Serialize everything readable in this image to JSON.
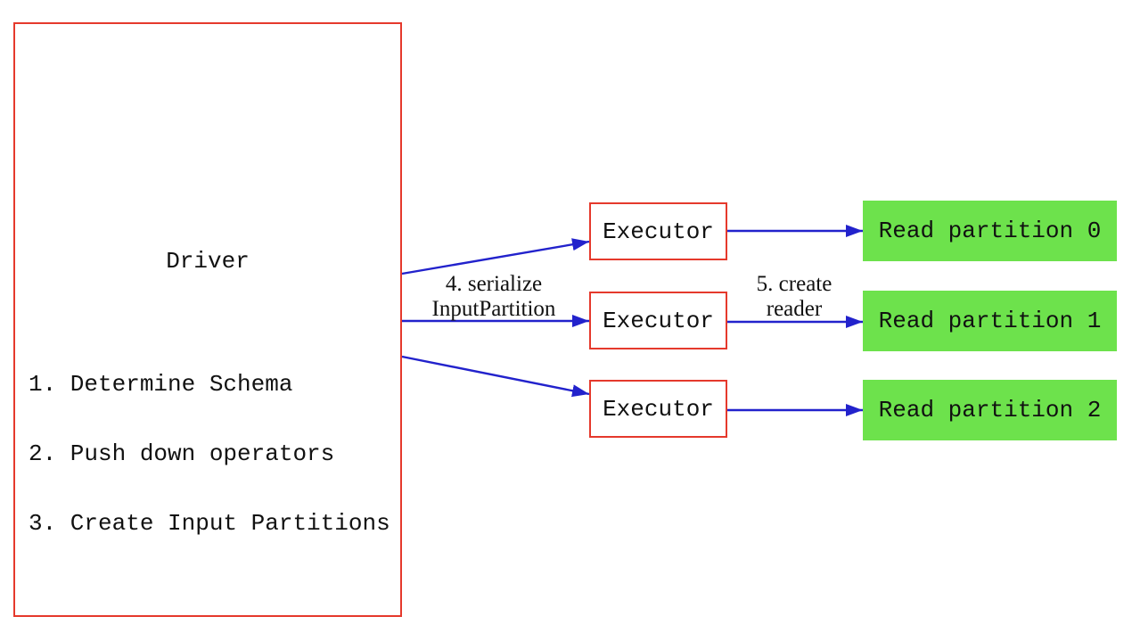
{
  "diagram": {
    "colors": {
      "box_border_red": "#e5392c",
      "arrow_blue": "#2222cc",
      "partition_green": "#6de24c",
      "text_black": "#111111",
      "background": "#ffffff"
    },
    "driver": {
      "title": "Driver",
      "steps": [
        "1. Determine Schema",
        "2. Push down operators",
        "3. Create Input Partitions"
      ]
    },
    "executors": [
      {
        "label": "Executor"
      },
      {
        "label": "Executor"
      },
      {
        "label": "Executor"
      }
    ],
    "partitions": [
      {
        "label": "Read partition 0"
      },
      {
        "label": "Read partition 1"
      },
      {
        "label": "Read partition 2"
      }
    ],
    "edge_labels": {
      "serialize": {
        "line1": "4. serialize",
        "line2": "InputPartition"
      },
      "create_reader": {
        "line1": "5. create",
        "line2": "reader"
      }
    }
  }
}
